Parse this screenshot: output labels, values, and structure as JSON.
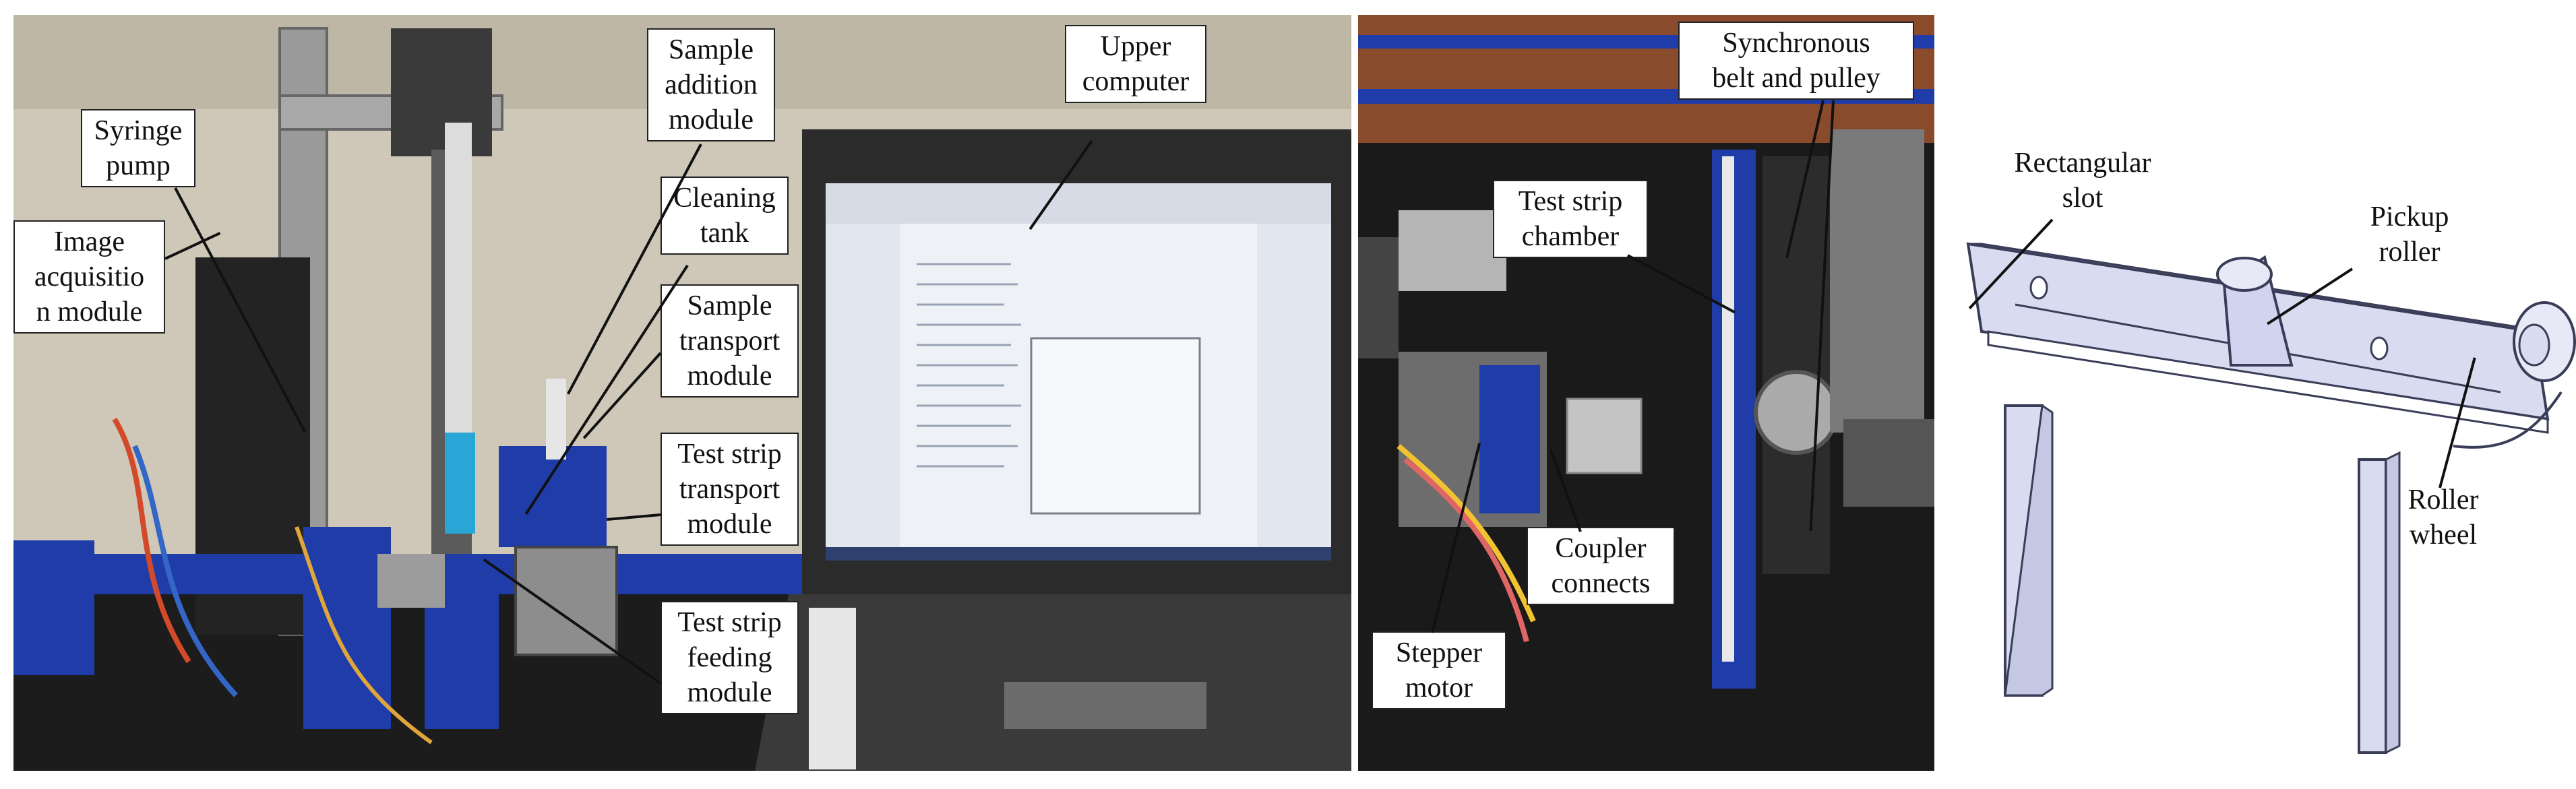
{
  "figure": {
    "panel_a": {
      "labels": {
        "syringe_pump": "Syringe\npump",
        "image_acquisition": "Image\nacquisitio\nn module",
        "sample_addition": "Sample\naddition\nmodule",
        "cleaning_tank": "Cleaning\ntank",
        "sample_transport": "Sample\ntransport\nmodule",
        "test_strip_transport": "Test strip\ntransport\nmodule",
        "test_strip_feeding": "Test strip\nfeeding\nmodule",
        "upper_computer": "Upper\ncomputer"
      }
    },
    "panel_b": {
      "labels": {
        "synchronous_belt": "Synchronous\nbelt and pulley",
        "test_strip_chamber": "Test strip\nchamber",
        "coupler_connects": "Coupler\nconnects",
        "stepper_motor": "Stepper\nmotor"
      }
    },
    "panel_c": {
      "labels": {
        "rectangular_slot": "Rectangular\nslot",
        "pickup_roller": "Pickup\nroller",
        "roller_wheel": "Roller\nwheel"
      }
    }
  },
  "colors": {
    "lab_bg": "#c9c3b4",
    "frame_blue": "#1f3ca8",
    "laptop_dark": "#2b2b2b",
    "screen": "#eef1f6",
    "panel_b_bg": "#141414",
    "part_fill": "#d9dcf0",
    "part_stroke": "#3a3d57"
  }
}
